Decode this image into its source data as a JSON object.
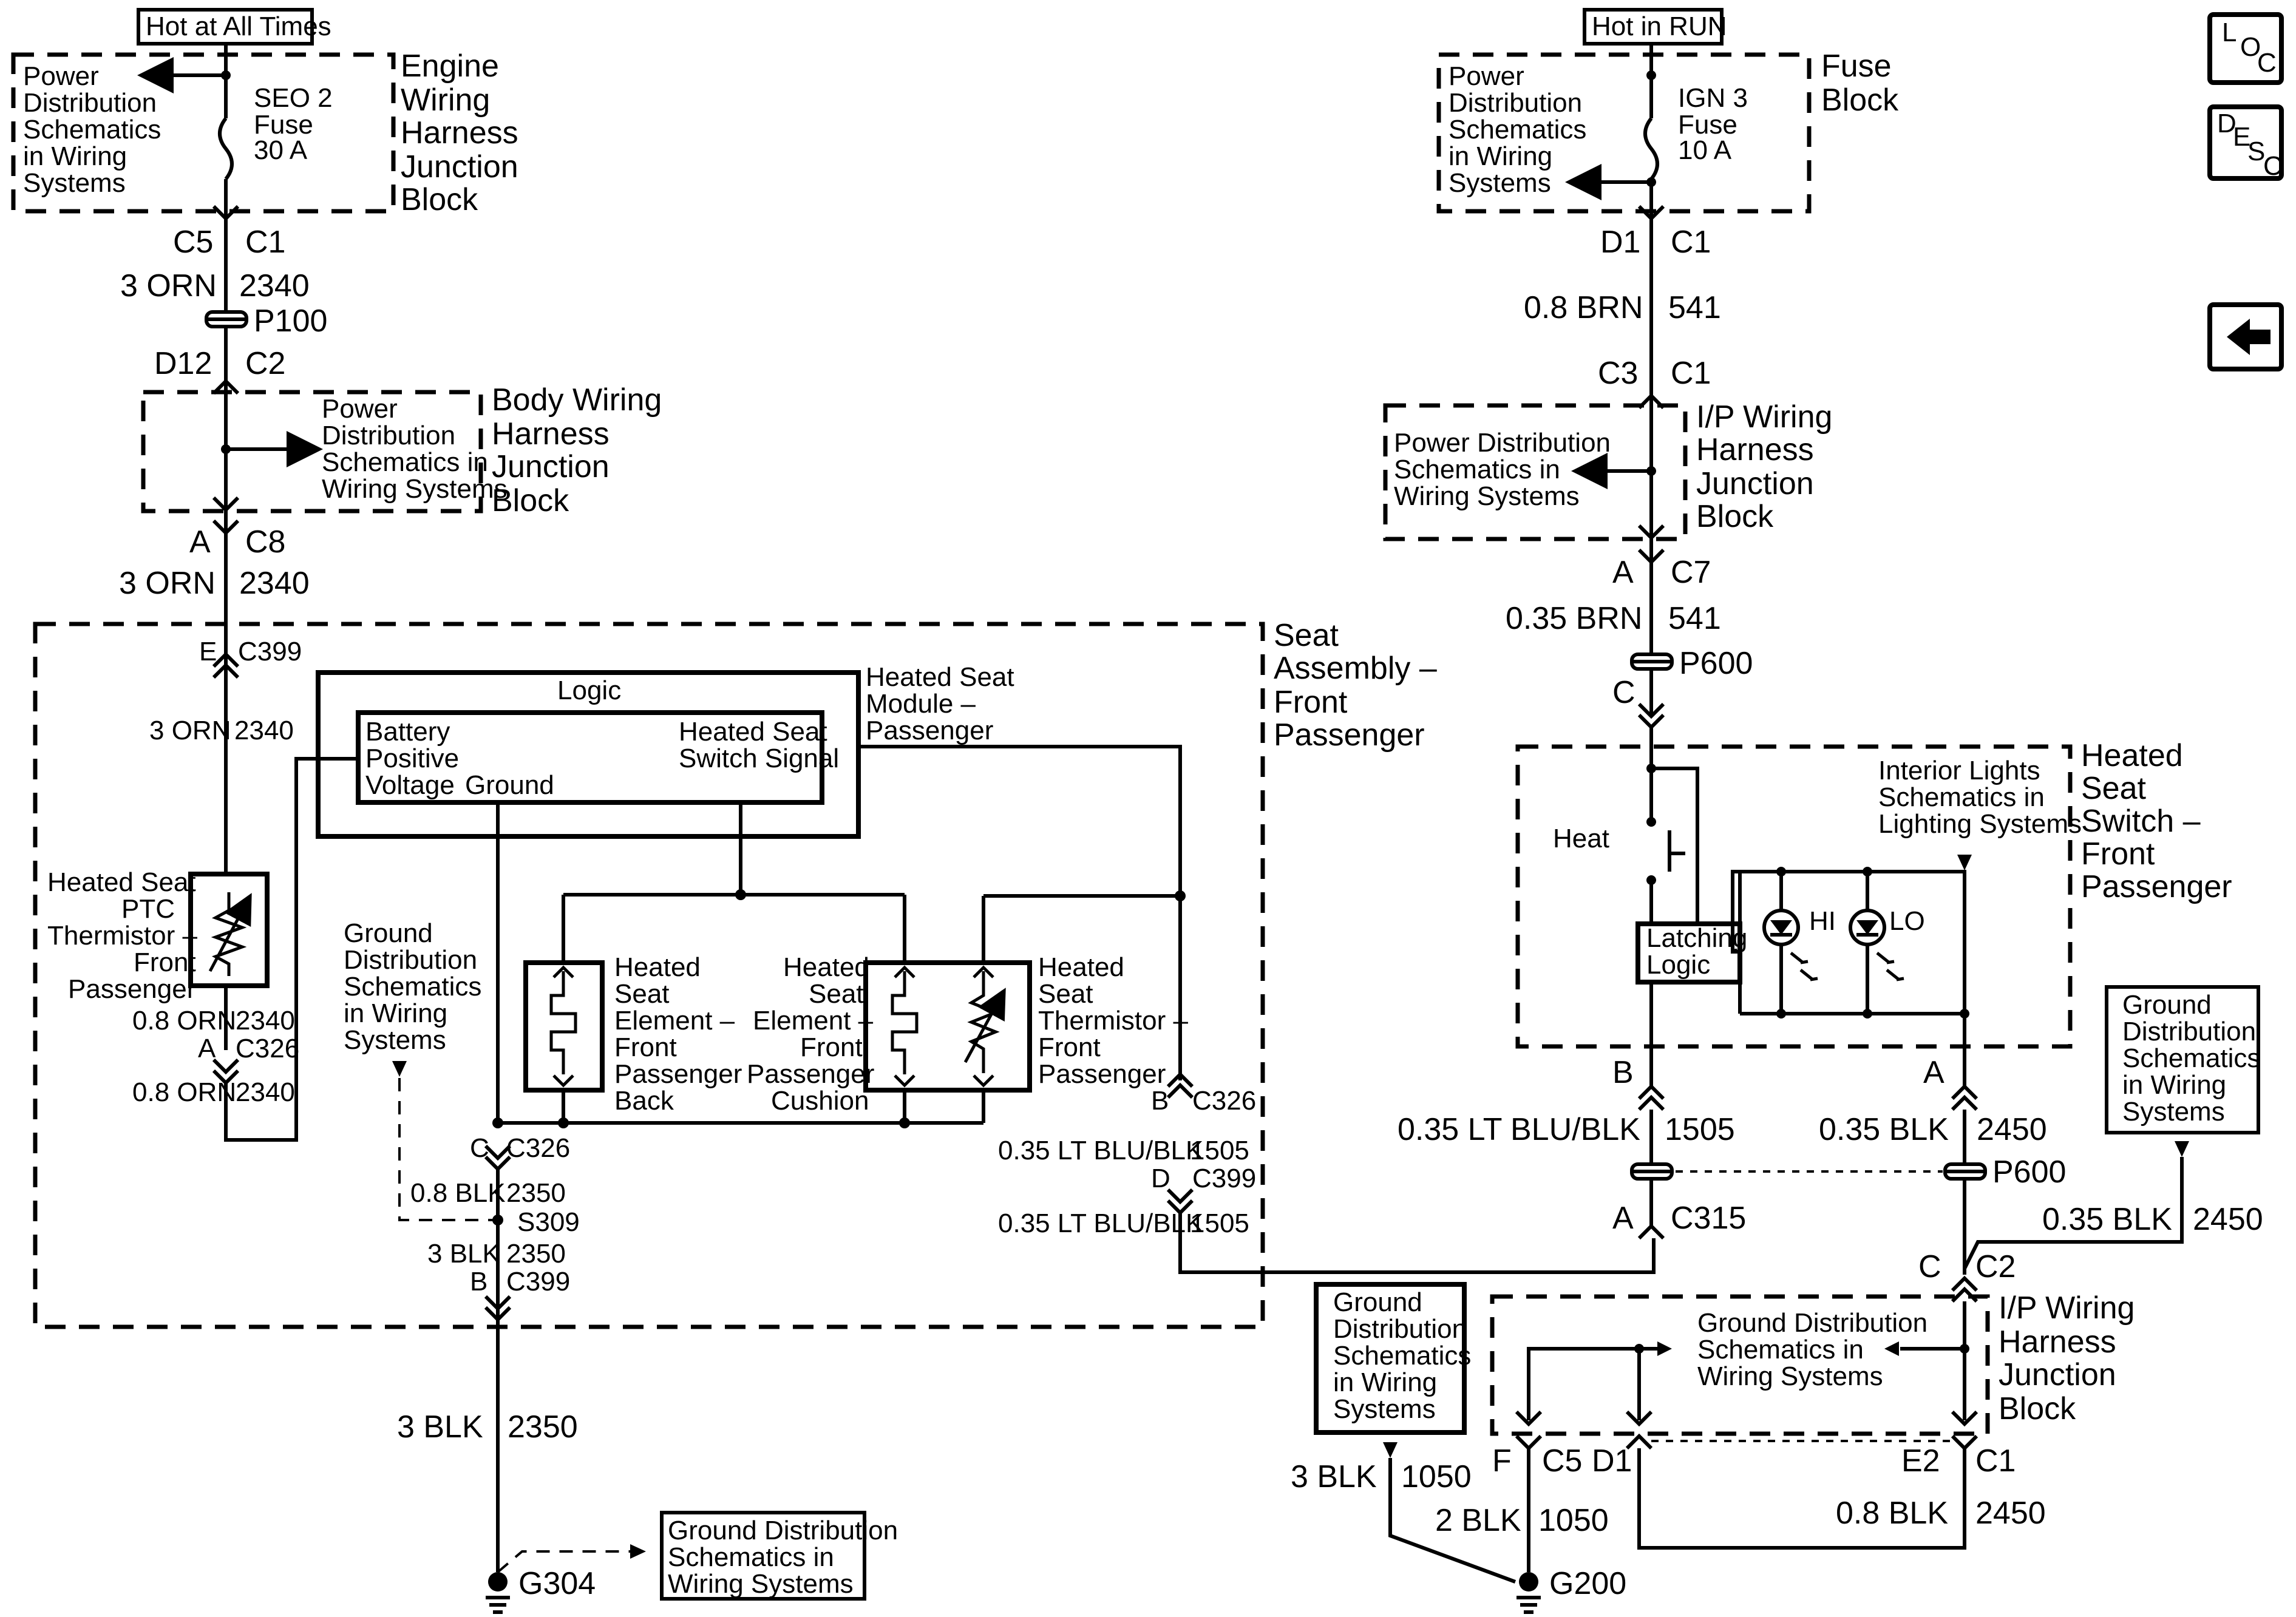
{
  "diagram": {
    "hot_at_all_times": "Hot at All Times",
    "hot_in_run": "Hot in RUN",
    "nav": {
      "loc_l": "L",
      "loc_o": "O",
      "loc_c": "C",
      "desc_d": "D",
      "desc_e": "E",
      "desc_s": "S",
      "desc_c": "C"
    },
    "left": {
      "power_dist": [
        "Power",
        "Distribution",
        "Schematics",
        "in Wiring",
        "Systems"
      ],
      "fuse": [
        "SEO 2",
        "Fuse",
        "30 A"
      ],
      "engine_block": [
        "Engine",
        "Wiring",
        "Harness",
        "Junction",
        "Block"
      ],
      "c5": "C5",
      "c1": "C1",
      "wire1_color": "3 ORN",
      "wire1_num": "2340",
      "p100": "P100",
      "d12": "D12",
      "c2": "C2",
      "body_power": [
        "Power",
        "Distribution",
        "Schematics in",
        "Wiring Systems"
      ],
      "body_block": [
        "Body Wiring",
        "Harness",
        "Junction",
        "Block"
      ],
      "a": "A",
      "c8": "C8",
      "wire2_color": "3 ORN",
      "wire2_num": "2340"
    },
    "seat": {
      "title": [
        "Seat",
        "Assembly –",
        "Front",
        "Passenger"
      ],
      "e": "E",
      "c399_top": "C399",
      "orn": "3 ORN",
      "orn_num": "2340",
      "logic": "Logic",
      "module": [
        "Heated Seat",
        "Module –",
        "Passenger"
      ],
      "battery": [
        "Battery",
        "Positive",
        "Voltage"
      ],
      "ground": "Ground",
      "switch_signal": [
        "Heated Seat",
        "Switch Signal"
      ],
      "ptc": [
        "Heated Seat",
        "PTC",
        "Thermistor –",
        "Front",
        "Passenger"
      ],
      "orn08_a": "0.8 ORN",
      "orn08_a_num": "2340",
      "a_c326": "A",
      "c326_a": "C326",
      "orn08_b": "0.8 ORN",
      "orn08_b_num": "2340",
      "ground_dist": [
        "Ground",
        "Distribution",
        "Schematics",
        "in Wiring",
        "Systems"
      ],
      "back": [
        "Heated",
        "Seat",
        "Element –",
        "Front",
        "Passenger",
        "Back"
      ],
      "cushion": [
        "Heated",
        "Seat",
        "Element –",
        "Front",
        "Passenger",
        "Cushion"
      ],
      "thermistor": [
        "Heated",
        "Seat",
        "Thermistor –",
        "Front",
        "Passenger"
      ],
      "c": "C",
      "c326_c": "C326",
      "blk08": "0.8 BLK",
      "blk08_num": "2350",
      "s309": "S309",
      "blk3": "3 BLK",
      "blk3_num": "2350",
      "b": "B",
      "c399_b": "C399",
      "b_right": "B",
      "c326_b": "C326",
      "ltblu_a": "0.35 LT BLU/BLK",
      "ltblu_a_num": "1505",
      "d": "D",
      "c399_d": "C399",
      "ltblu_b": "0.35 LT BLU/BLK",
      "ltblu_b_num": "1505"
    },
    "bottom_left": {
      "wire": "3 BLK",
      "wire_num": "2350",
      "gd": [
        "Ground Distribution",
        "Schematics in",
        "Wiring Systems"
      ],
      "g304": "G304"
    },
    "right": {
      "power_dist": [
        "Power",
        "Distribution",
        "Schematics",
        "in Wiring",
        "Systems"
      ],
      "fuse": [
        "IGN 3",
        "Fuse",
        "10 A"
      ],
      "fuse_block": [
        "Fuse",
        "Block"
      ],
      "d1": "D1",
      "c1": "C1",
      "wire1_color": "0.8 BRN",
      "wire1_num": "541",
      "c3": "C3",
      "c1b": "C1",
      "ip_power": [
        "Power Distribution",
        "Schematics in",
        "Wiring Systems"
      ],
      "ip_block": [
        "I/P Wiring",
        "Harness",
        "Junction",
        "Block"
      ],
      "a": "A",
      "c7": "C7",
      "wire2_color": "0.35 BRN",
      "wire2_num": "541",
      "p600": "P600",
      "c": "C",
      "switch_title": [
        "Heated",
        "Seat",
        "Switch –",
        "Front",
        "Passenger"
      ],
      "heat": "Heat",
      "interior": [
        "Interior Lights",
        "Schematics in",
        "Lighting Systems"
      ],
      "latching": [
        "Latching",
        "Logic"
      ],
      "hi": "HI",
      "lo": "LO",
      "b": "B",
      "a2": "A",
      "ltblu": "0.35 LT BLU/BLK",
      "ltblu_num": "1505",
      "blk035": "0.35 BLK",
      "blk035_num": "2450",
      "p600b": "P600",
      "a_c315": "A",
      "c315": "C315",
      "gd_right": [
        "Ground",
        "Distribution",
        "Schematics",
        "in Wiring",
        "Systems"
      ],
      "blk035b": "0.35 BLK",
      "blk035b_num": "2450",
      "c_c2": "C",
      "c2": "C2",
      "ip_gd": [
        "Ground Distribution",
        "Schematics in",
        "Wiring Systems"
      ],
      "ip_block2": [
        "I/P Wiring",
        "Harness",
        "Junction",
        "Block"
      ],
      "gd_mid": [
        "Ground",
        "Distribution",
        "Schematics",
        "in Wiring",
        "Systems"
      ],
      "f": "F",
      "c5": "C5",
      "d1b": "D1",
      "e2": "E2",
      "c1c": "C1",
      "blk3": "3 BLK",
      "blk3_num": "1050",
      "blk2": "2 BLK",
      "blk2_num": "1050",
      "blk08": "0.8 BLK",
      "blk08_num": "2450",
      "g200": "G200"
    }
  }
}
